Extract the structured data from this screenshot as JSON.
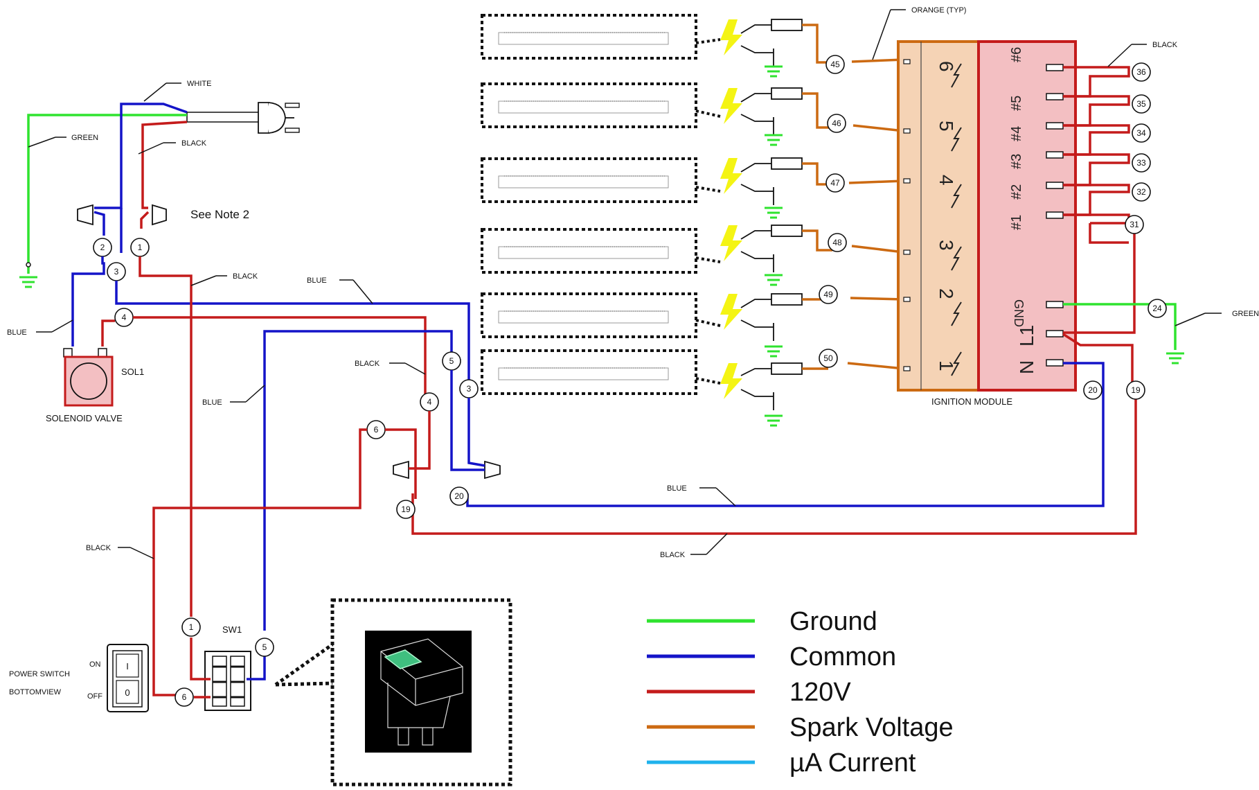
{
  "labels": {
    "white": "WHITE",
    "green_top": "GREEN",
    "black_plug": "BLACK",
    "see_note": "See Note 2",
    "black_mid": "BLACK",
    "blue_mid": "BLUE",
    "blue_left": "BLUE",
    "sol1": "SOL1",
    "solenoid_valve": "SOLENOID VALVE",
    "black_center": "BLACK",
    "blue_center": "BLUE",
    "black_left_lower": "BLACK",
    "sw1": "SW1",
    "power_switch": "POWER SWITCH",
    "bottom_view": "BOTTOMVIEW",
    "on": "ON",
    "off": "OFF",
    "switch_on_symbol": "I",
    "switch_off_symbol": "0",
    "blue_bottom": "BLUE",
    "black_bottom": "BLACK",
    "orange_typ": "ORANGE (TYP)",
    "black_right": "BLACK",
    "green_right": "GREEN",
    "ignition_module": "IGNITION MODULE"
  },
  "ignition_module": {
    "channels": [
      "6",
      "5",
      "4",
      "3",
      "2",
      "1"
    ],
    "outputs": [
      "#6",
      "#5",
      "#4",
      "#3",
      "#2",
      "#1"
    ],
    "gnd": "GND",
    "l1": "L1",
    "n": "N"
  },
  "nodes": {
    "plug_1": "1",
    "plug_2": "2",
    "plug_3": "3",
    "sol_4": "4",
    "center_5": "5",
    "center_3": "3",
    "center_4": "4",
    "center_6": "6",
    "conn_19": "19",
    "conn_20": "20",
    "sw_1": "1",
    "sw_5": "5",
    "sw_6": "6",
    "mod_45": "45",
    "mod_46": "46",
    "mod_47": "47",
    "mod_48": "48",
    "mod_49": "49",
    "mod_50": "50",
    "out_36": "36",
    "out_35": "35",
    "out_34": "34",
    "out_33": "33",
    "out_32": "32",
    "out_31": "31",
    "gnd_24": "24",
    "right_20": "20",
    "right_19": "19"
  },
  "legend": [
    {
      "label": "Ground",
      "color": "#2fe32f"
    },
    {
      "label": "Common",
      "color": "#1414c8"
    },
    {
      "label": "120V",
      "color": "#c41b1b"
    },
    {
      "label": "Spark Voltage",
      "color": "#cc6a12"
    },
    {
      "label": "µA Current",
      "color": "#1fb2ec"
    }
  ],
  "colors": {
    "red": "#c41b1b",
    "blue": "#1414c8",
    "green": "#2fe32f",
    "orange": "#cc6a12",
    "module_orange_fill": "#f5d3b5",
    "module_red_fill": "#f3bfc2",
    "spark_yellow": "#f4f414"
  }
}
